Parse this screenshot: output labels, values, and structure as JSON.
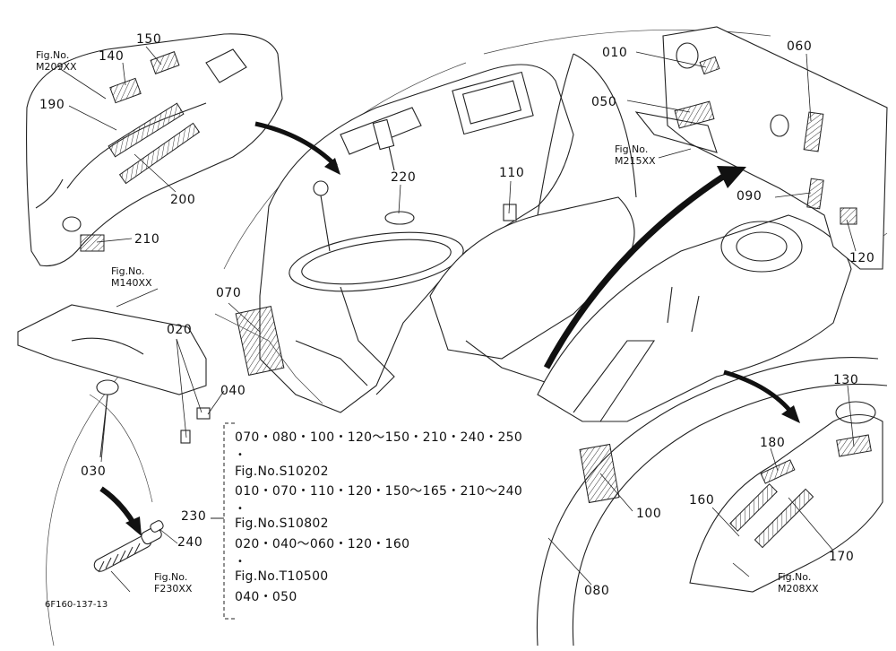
{
  "labels": {
    "010": "010",
    "050": "050",
    "060": "060",
    "090": "090",
    "120": "120",
    "110": "110",
    "220": "220",
    "150": "150",
    "140": "140",
    "190": "190",
    "200": "200",
    "210": "210",
    "070": "070",
    "020": "020",
    "040": "040",
    "030": "030",
    "240": "240",
    "230": "230",
    "100": "100",
    "080": "080",
    "130": "130",
    "180": "180",
    "160": "160",
    "170": "170"
  },
  "figure_refs": {
    "m209": [
      "Fig.No.",
      "M209XX"
    ],
    "m215": [
      "Fig.No.",
      "M215XX"
    ],
    "m140": [
      "Fig.No.",
      "M140XX"
    ],
    "f230": [
      "Fig.No.",
      "F230XX"
    ],
    "m208": [
      "Fig.No.",
      "M208XX"
    ]
  },
  "notes": [
    "070・080・100・120〜150・210・240・250",
    "•",
    "Fig.No.S10202",
    "010・070・110・120・150〜165・210〜240",
    "•",
    "Fig.No.S10802",
    "020・040〜060・120・160",
    "•",
    "Fig.No.T10500",
    "040・050"
  ],
  "drawing_code": "6F160-137-13"
}
